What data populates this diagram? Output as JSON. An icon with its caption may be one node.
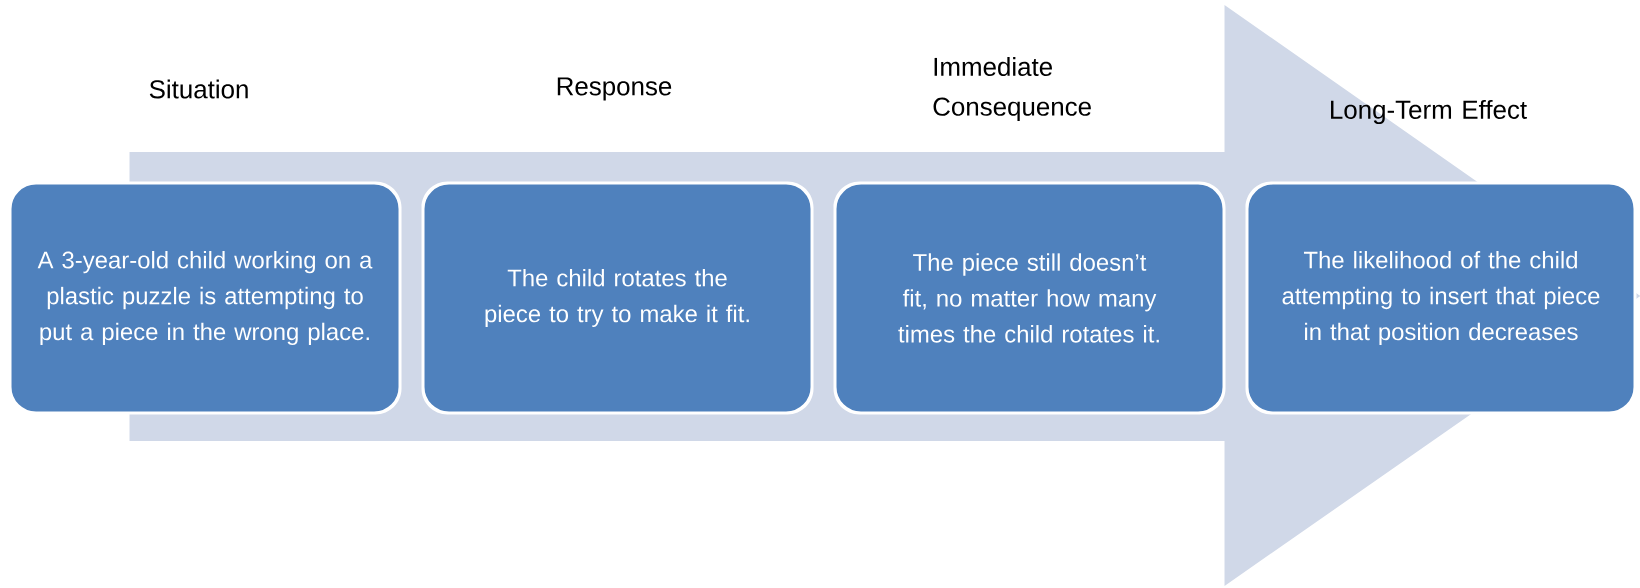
{
  "diagram": {
    "nodes": [
      {
        "text": [
          "Situation",
          "A 3-year-old child working on a plastic puzzle is attempting to put a piece in the wrong place."
        ]
      },
      {
        "text": [
          "Response",
          "The child rotates the piece to try to make it fit."
        ]
      },
      {
        "text": [
          "Immediate Consequence",
          "The piece still doesn’t fit, no matter how many times the child rotates it."
        ]
      },
      {
        "text": [
          "Long-Term Effect",
          "The likelihood of the child attempting to insert that piece in that position decreases"
        ]
      }
    ],
    "edges": [
      {
        "from": 0,
        "to": 3,
        "arrow": "to"
      }
    ]
  }
}
